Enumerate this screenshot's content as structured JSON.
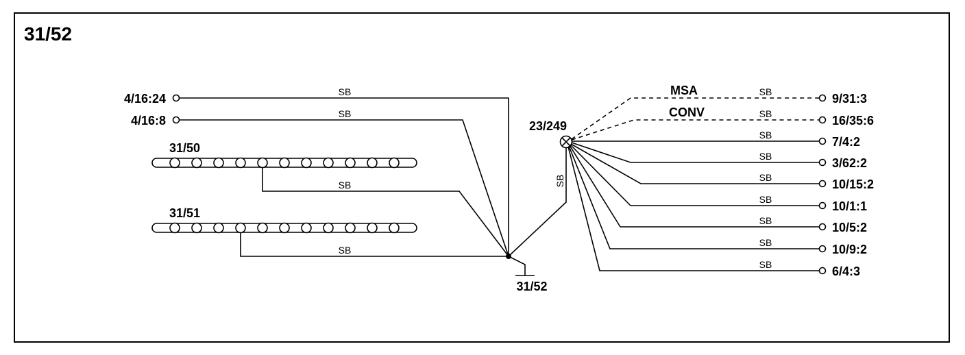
{
  "title": "31/52",
  "wire_color": "SB",
  "ground": {
    "label": "31/52"
  },
  "splice": {
    "label": "23/249"
  },
  "left_terminals": [
    "4/16:24",
    "4/16:8"
  ],
  "connectors": [
    {
      "label": "31/50",
      "pins": 11
    },
    {
      "label": "31/51",
      "pins": 11
    }
  ],
  "right_terminals": [
    {
      "label": "9/31:3",
      "via": "MSA",
      "optional": true
    },
    {
      "label": "16/35:6",
      "via": "CONV",
      "optional": true
    },
    {
      "label": "7/4:2"
    },
    {
      "label": "3/62:2"
    },
    {
      "label": "10/15:2"
    },
    {
      "label": "10/1:1"
    },
    {
      "label": "10/5:2"
    },
    {
      "label": "10/9:2"
    },
    {
      "label": "6/4:3"
    }
  ]
}
